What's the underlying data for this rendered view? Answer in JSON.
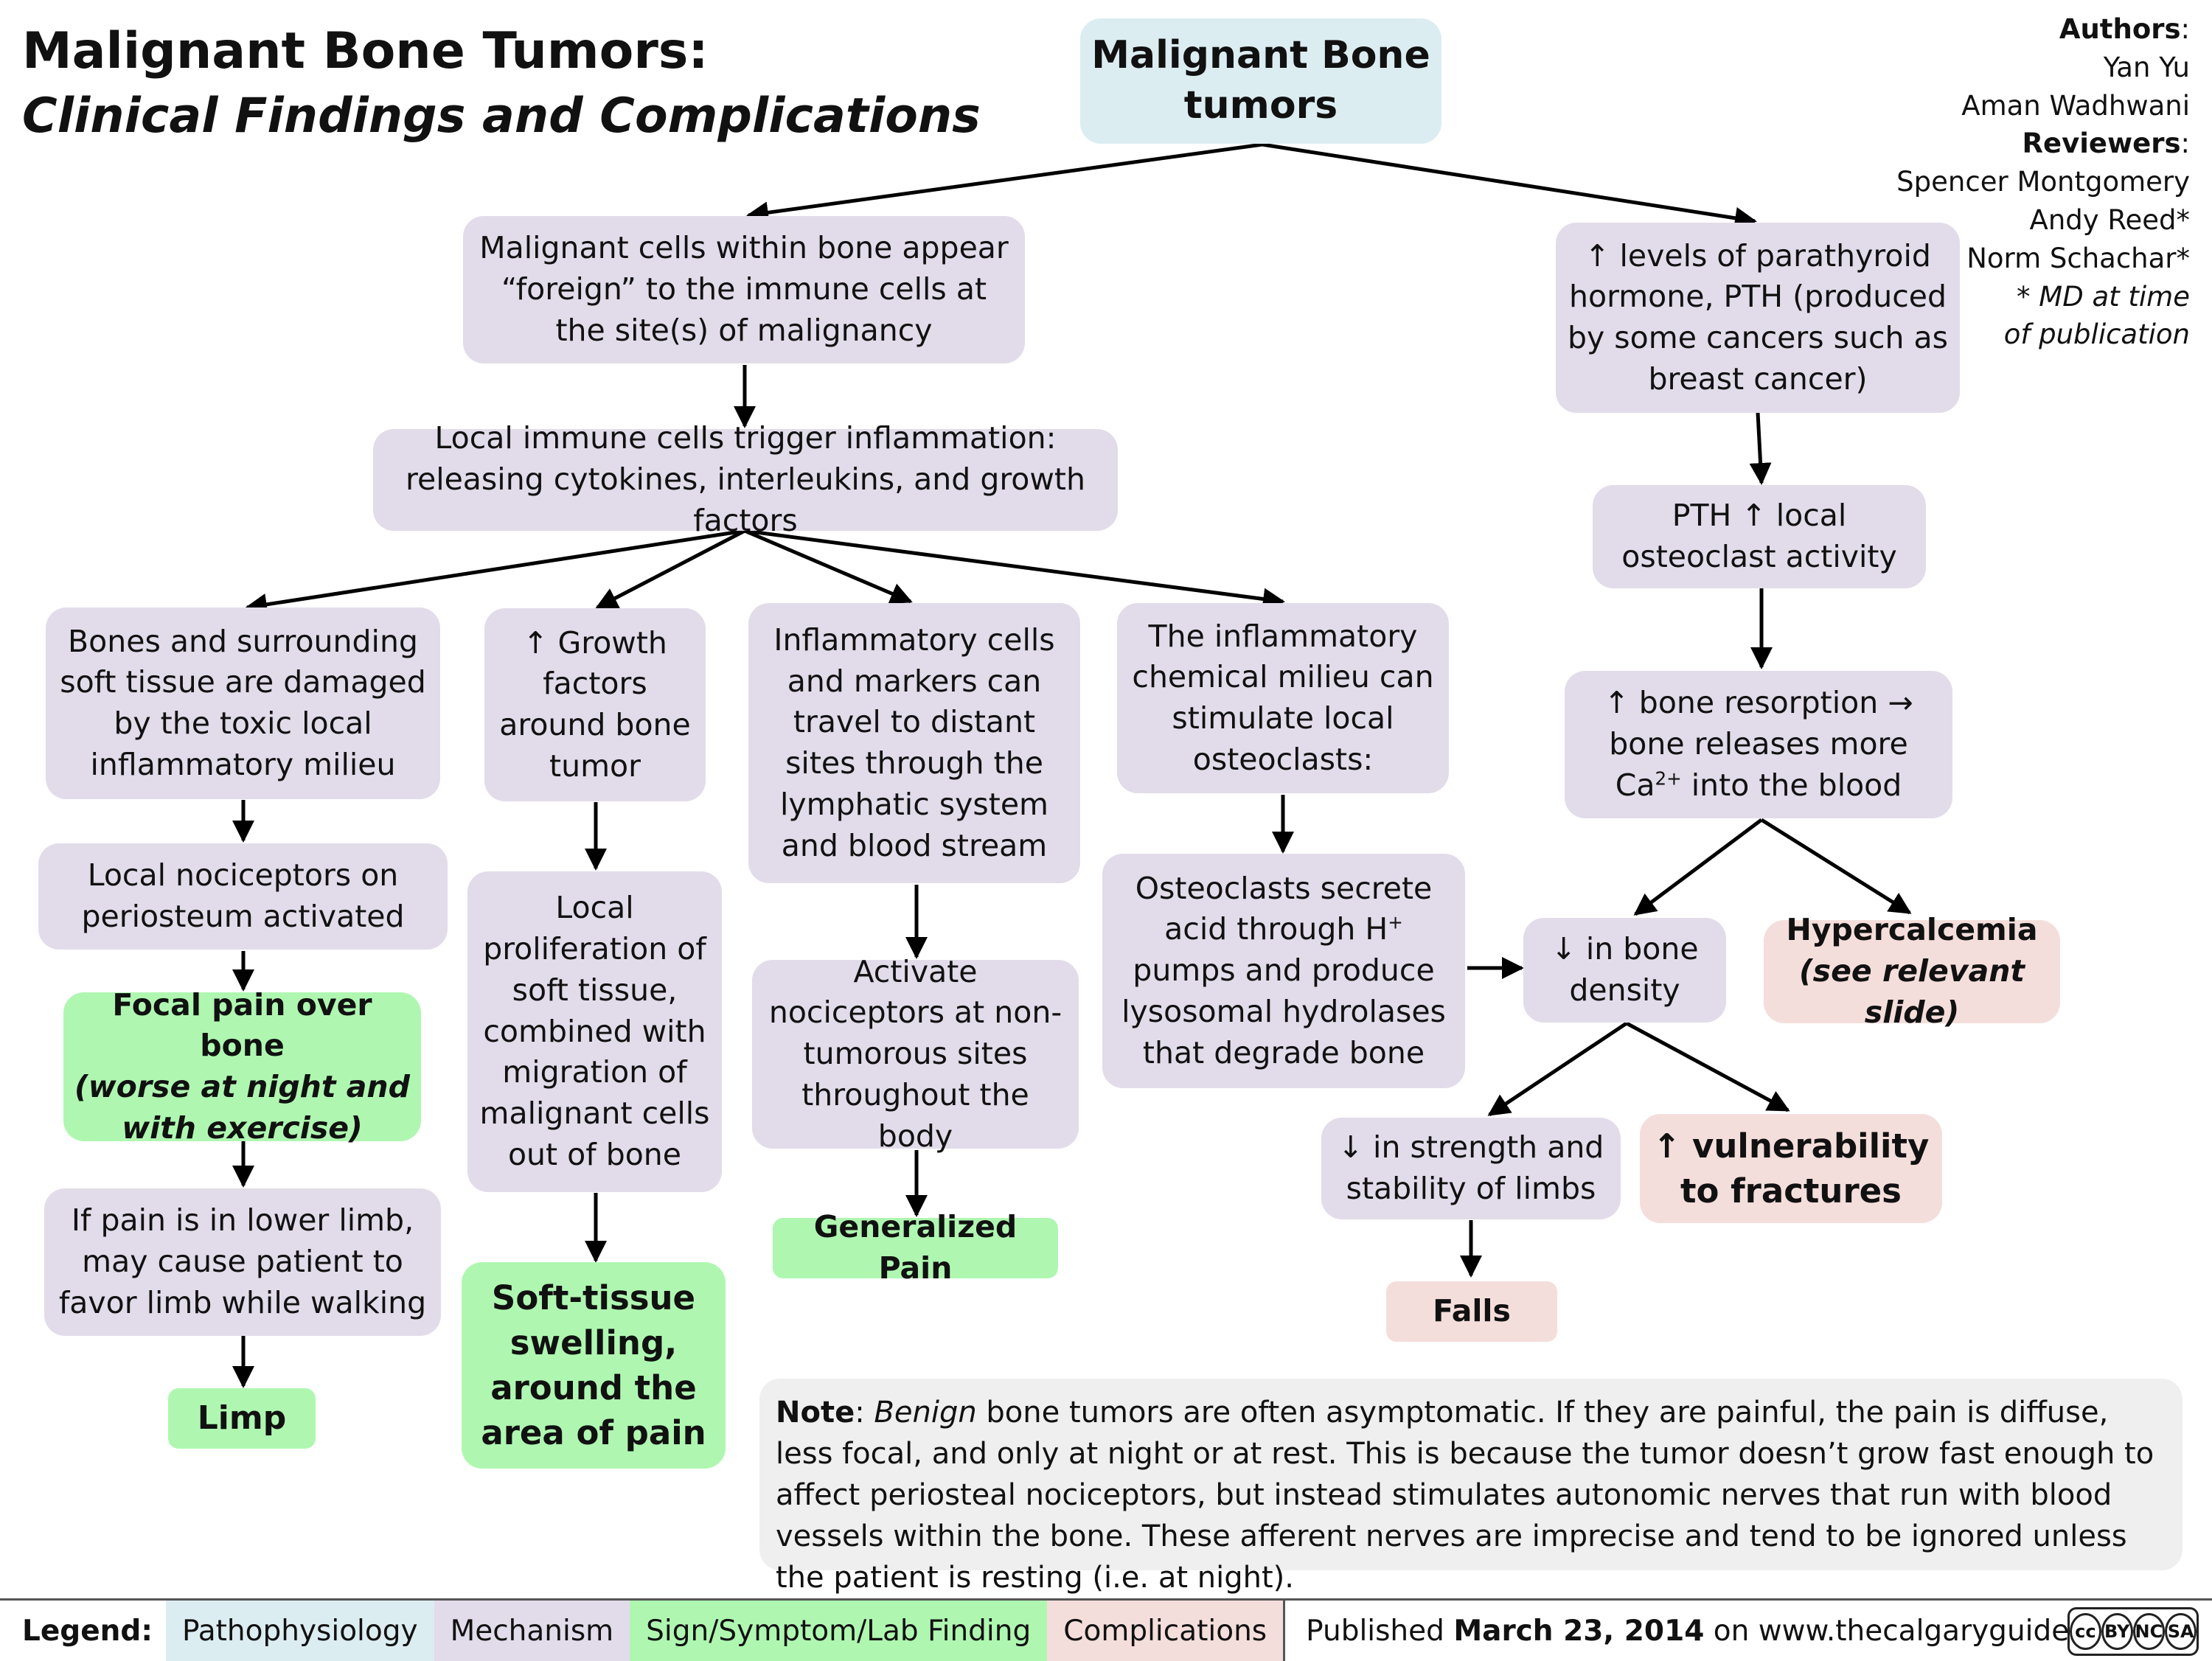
{
  "title": {
    "line1": "Malignant Bone Tumors:",
    "line2": "Clinical Findings and Complications"
  },
  "authors": {
    "authors_heading": "Authors",
    "authors": [
      "Yan Yu",
      "Aman Wadhwani"
    ],
    "reviewers_heading": "Reviewers",
    "reviewers": [
      "Spencer Montgomery",
      "Andy Reed*",
      "Norm Schachar*"
    ],
    "footnote": "* MD at time of publication"
  },
  "nodes": {
    "root": "Malignant Bone tumors",
    "foreign": "Malignant cells within bone appear “foreign” to the immune cells at the site(s) of malignancy",
    "inflammation": "Local immune cells trigger inflammation: releasing cytokines, interleukins, and growth factors",
    "damaged": "Bones and surrounding soft tissue are damaged by the toxic local inflammatory milieu",
    "nociceptors": "Local nociceptors on periosteum activated",
    "focal_pain": "Focal pain over bone",
    "focal_pain_note": "(worse at night and with exercise)",
    "lower_limb": "If pain is in lower limb, may cause patient to favor limb while walking",
    "limp": "Limp",
    "growth_arrow": "↑",
    "growth": "Growth factors around bone tumor",
    "proliferation": "Local proliferation of soft tissue, combined with migration of malignant cells out of bone",
    "swelling": "Soft-tissue swelling, around the area of pain",
    "travel": "Inflammatory cells and markers can travel to distant sites through the lymphatic system and blood stream",
    "activate": "Activate nociceptors at non-tumorous sites throughout the body",
    "generalized": "Generalized Pain",
    "milieu": "The inflammatory chemical milieu can stimulate local osteoclasts:",
    "osteo_a": "Osteoclasts secrete acid through H",
    "osteo_sup": "+",
    "osteo_b": " pumps and produce lysosomal hydrolases that degrade bone",
    "pth": "↑ levels of parathyroid hormone, PTH (produced by some cancers such as breast cancer)",
    "pth_local": "PTH ↑ local osteoclast activity",
    "resorption_a": "↑ bone resorption → bone releases more Ca",
    "resorption_sup": "2+",
    "resorption_b": " into the blood",
    "density": "↓ in bone density",
    "hypercalcemia": "Hypercalcemia",
    "hypercalcemia_note": "(see relevant slide)",
    "strength": "↓ in strength and stability of limbs",
    "vulnerability": "↑ vulnerability to fractures",
    "falls": "Falls"
  },
  "note": {
    "label": "Note",
    "emph": "Benign",
    "text": " bone tumors are often asymptomatic. If they are painful, the pain is diffuse, less focal, and only at night or at rest. This is because the tumor doesn’t grow fast enough to affect periosteal nociceptors, but instead stimulates autonomic nerves that run with blood vessels within the bone. These afferent nerves are imprecise and tend to be ignored unless the patient is resting (i.e. at night)."
  },
  "legend": {
    "label": "Legend:",
    "items": [
      "Pathophysiology",
      "Mechanism",
      "Sign/Symptom/Lab Finding",
      "Complications"
    ],
    "colors": [
      "#dcedf2",
      "#e2dcea",
      "#aff7b1",
      "#f4dedb"
    ],
    "published_prefix": "Published",
    "published_date": "March 23, 2014",
    "published_suffix": "on www.thecalgaryguide.com",
    "license": [
      "cc",
      "BY",
      "NC",
      "SA"
    ]
  }
}
